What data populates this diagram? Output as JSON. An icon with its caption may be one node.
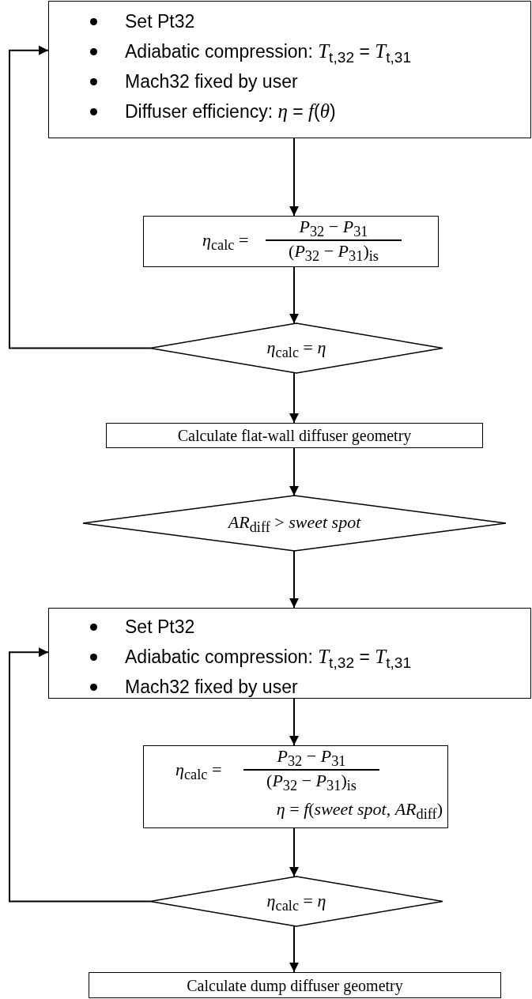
{
  "diagram": {
    "nodes": [
      {
        "text": [
          "Set Pt32",
          "Adiabatic compression: *T*$_{t,32}$ = *T*$_{t,31}$",
          "Mach32 fixed by user",
          "Diffuser efficiency: *η* = *f*(*θ*)"
        ]
      },
      {
        "text": [
          "*η*$_{calc}$ =",
          "*P*$_{32}$ − *P*$_{31}$",
          "(*P*$_{32}$ − *P*$_{31}$)$_{is}$"
        ]
      },
      {
        "text": [
          "*η*$_{calc}$ = *η*"
        ]
      },
      {
        "text": [
          "Calculate flat-wall diffuser geometry"
        ]
      },
      {
        "text": [
          "*AR*$_{diff}$ > *sweet spot*"
        ]
      },
      {
        "text": [
          "Set Pt32",
          "Adiabatic compression: *T*$_{t,32}$ = *T*$_{t,31}$",
          "Mach32 fixed by user"
        ]
      },
      {
        "text": [
          "*η*$_{calc}$ =",
          "*P*$_{32}$ − *P*$_{31}$",
          "(*P*$_{32}$ − *P*$_{31}$)$_{is}$",
          "*η* = *f*(*sweet spot*, *AR*$_{diff}$)"
        ]
      },
      {
        "text": [
          "*η*$_{calc}$ = *η*"
        ]
      },
      {
        "text": [
          "Calculate dump diffuser geometry"
        ]
      }
    ],
    "edges": [
      {
        "from": 0,
        "to": 1,
        "arrow": "to"
      },
      {
        "from": 1,
        "to": 2,
        "arrow": "to"
      },
      {
        "from": 2,
        "to": 0,
        "arrow": "to"
      },
      {
        "from": 2,
        "to": 3,
        "arrow": "to"
      },
      {
        "from": 3,
        "to": 4,
        "arrow": "to"
      },
      {
        "from": 4,
        "to": 5,
        "arrow": "to"
      },
      {
        "from": 5,
        "to": 6,
        "arrow": "to"
      },
      {
        "from": 6,
        "to": 7,
        "arrow": "to"
      },
      {
        "from": 7,
        "to": 5,
        "arrow": "to"
      },
      {
        "from": 7,
        "to": 8,
        "arrow": "to"
      }
    ]
  }
}
